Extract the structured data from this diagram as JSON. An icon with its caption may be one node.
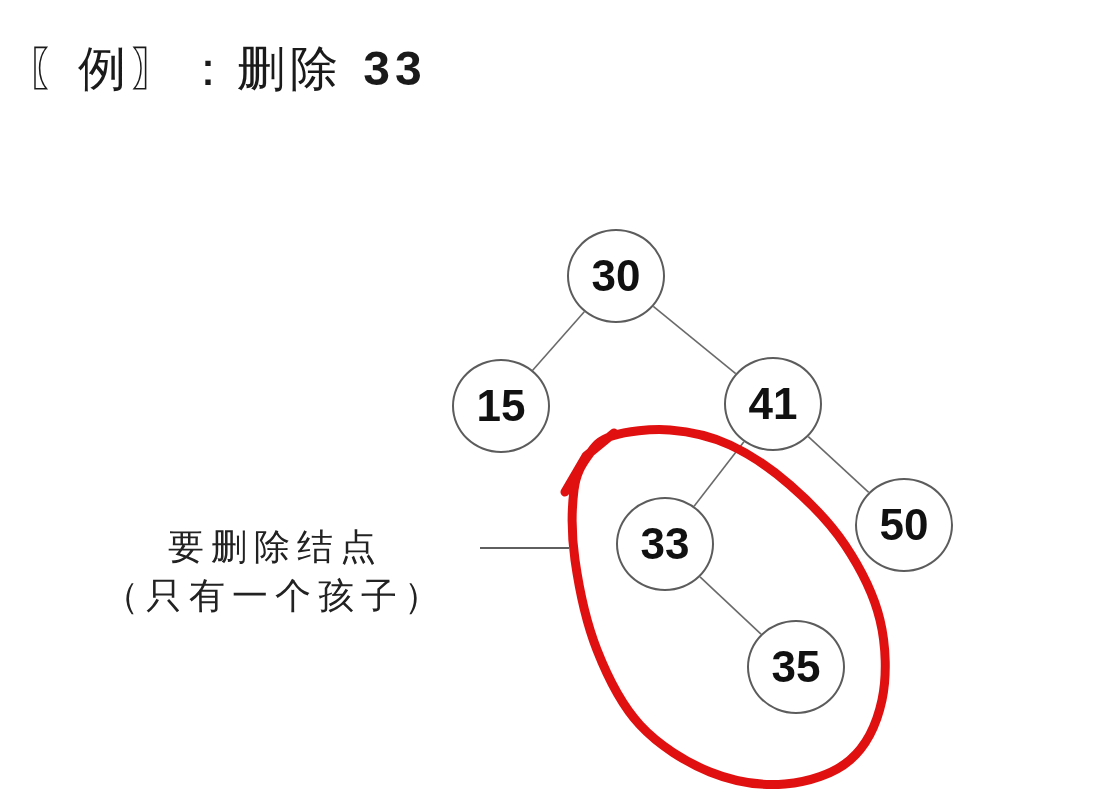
{
  "diagram": {
    "title": "〖例〗：删除 **33**",
    "nodes": [
      {
        "text": [
          "30"
        ]
      },
      {
        "text": [
          "15"
        ]
      },
      {
        "text": [
          "41"
        ]
      },
      {
        "text": [],
        "shape": "ellipse"
      },
      {
        "text": [
          "33"
        ],
        "in": 3
      },
      {
        "text": [
          "35"
        ],
        "in": 3
      },
      {
        "text": [
          "50"
        ]
      },
      {
        "text": [
          "要删除结点",
          "（只有一个孩子）"
        ]
      }
    ],
    "edges": [
      {
        "from": 0,
        "to": 1,
        "arrow": "none"
      },
      {
        "from": 0,
        "to": 2,
        "arrow": "none"
      },
      {
        "from": 2,
        "to": 4,
        "arrow": "none"
      },
      {
        "from": 2,
        "to": 6,
        "arrow": "none"
      },
      {
        "from": 4,
        "to": 5,
        "arrow": "none"
      },
      {
        "from": 7,
        "to": 3,
        "arrow": "none"
      }
    ]
  }
}
